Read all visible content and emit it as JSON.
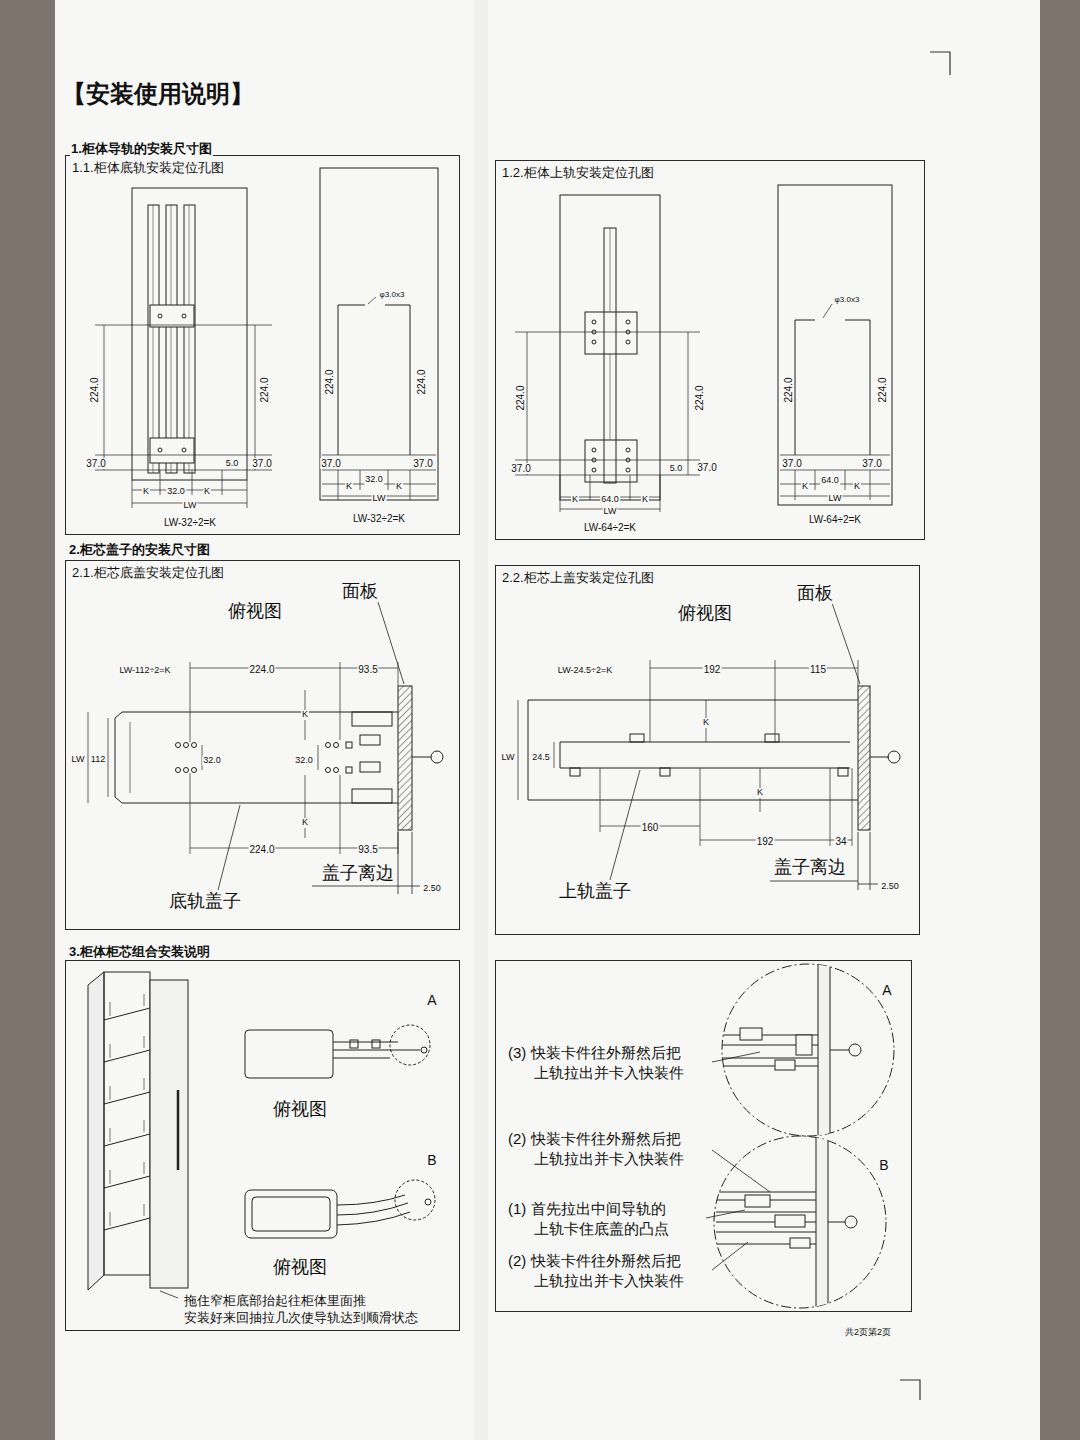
{
  "diagram": {
    "title": "【安装使用说明】",
    "nodes": [
      {
        "text": [
          "1.1.柜体底轨安装定位孔图"
        ]
      },
      {
        "text": [
          "1.2.柜体上轨安装定位孔图"
        ]
      },
      {
        "text": [
          "2.1.柜芯底盖安装定位孔图"
        ]
      },
      {
        "text": [
          "2.2.柜芯上盖安装定位孔图"
        ]
      },
      {
        "text": [
          "拖住窄柜底部抬起往柜体里面推 安装好来回抽拉几次使导轨达到顺滑状态"
        ]
      },
      {
        "text": [
          "(3) 快装卡件往外掰然后把 上轨拉出并卡入快装件",
          "(2) 快装卡件往外掰然后把 上轨拉出并卡入快装件",
          "(1) 首先拉出中间导轨的 上轨卡住底盖的凸点",
          "(2) 快装卡件往外掰然后把 上轨拉出并卡入快装件"
        ]
      }
    ],
    "labels": [
      "1.柜体导轨的安装尺寸图",
      "2.柜芯盖子的安装尺寸图",
      "3.柜体柜芯组合安装说明",
      "224.0",
      "224.0",
      "37.0",
      "32.0",
      "5.0",
      "37.0",
      "K",
      "K",
      "LW",
      "LW-32÷2=K",
      "φ3.0x3",
      "224.0",
      "224.0",
      "37.0",
      "32.0",
      "37.0",
      "K",
      "K",
      "LW",
      "LW-32÷2=K",
      "224.0",
      "224.0",
      "37.0",
      "64.0",
      "5.0",
      "37.0",
      "K",
      "K",
      "LW",
      "LW-64÷2=K",
      "φ3.0x3",
      "224.0",
      "224.0",
      "37.0",
      "64.0",
      "37.0",
      "K",
      "K",
      "LW",
      "LW-64÷2=K",
      "俯视图",
      "面板",
      "LW-112÷2=K",
      "224.0",
      "93.5",
      "K",
      "LW",
      "112",
      "32.0",
      "32.0",
      "K",
      "224.0",
      "93.5",
      "底轨盖子",
      "盖子离边",
      "2.50",
      "俯视图",
      "面板",
      "LW-24.5÷2=K",
      "192",
      "115",
      "K",
      "LW",
      "24.5",
      "K",
      "160",
      "192",
      "34",
      "上轨盖子",
      "盖子离边",
      "2.50",
      "A",
      "俯视图",
      "B",
      "俯视图",
      "A",
      "B",
      "共2页第2页"
    ]
  }
}
